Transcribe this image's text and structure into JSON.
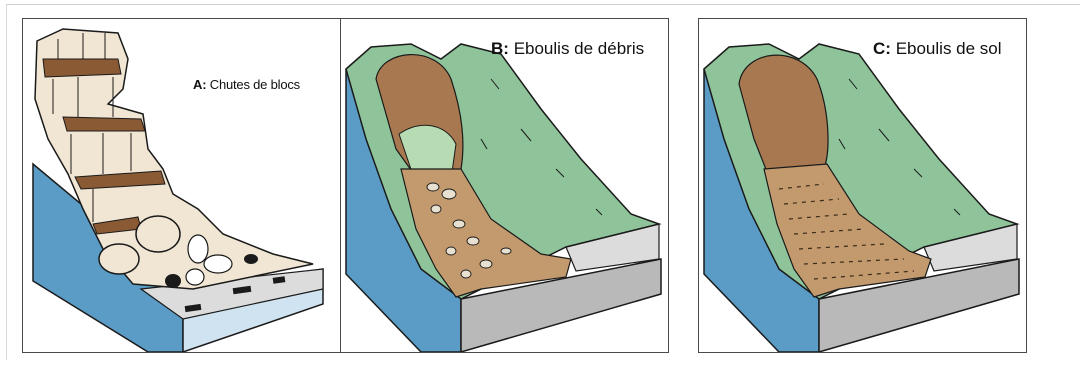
{
  "panels": [
    {
      "letter": "A:",
      "title": "Chutes de blocs"
    },
    {
      "letter": "B:",
      "title": "Eboulis de débris"
    },
    {
      "letter": "C:",
      "title": "Eboulis de sol"
    }
  ],
  "colors": {
    "water_blue": "#5b9cc6",
    "vegetation_green": "#8fc49a",
    "scar_brown": "#a87850",
    "debris_brown": "#c29a6e",
    "rock_cream": "#f1e6d4",
    "road_gray": "#dcdcdc",
    "outline": "#1a1a1a"
  }
}
